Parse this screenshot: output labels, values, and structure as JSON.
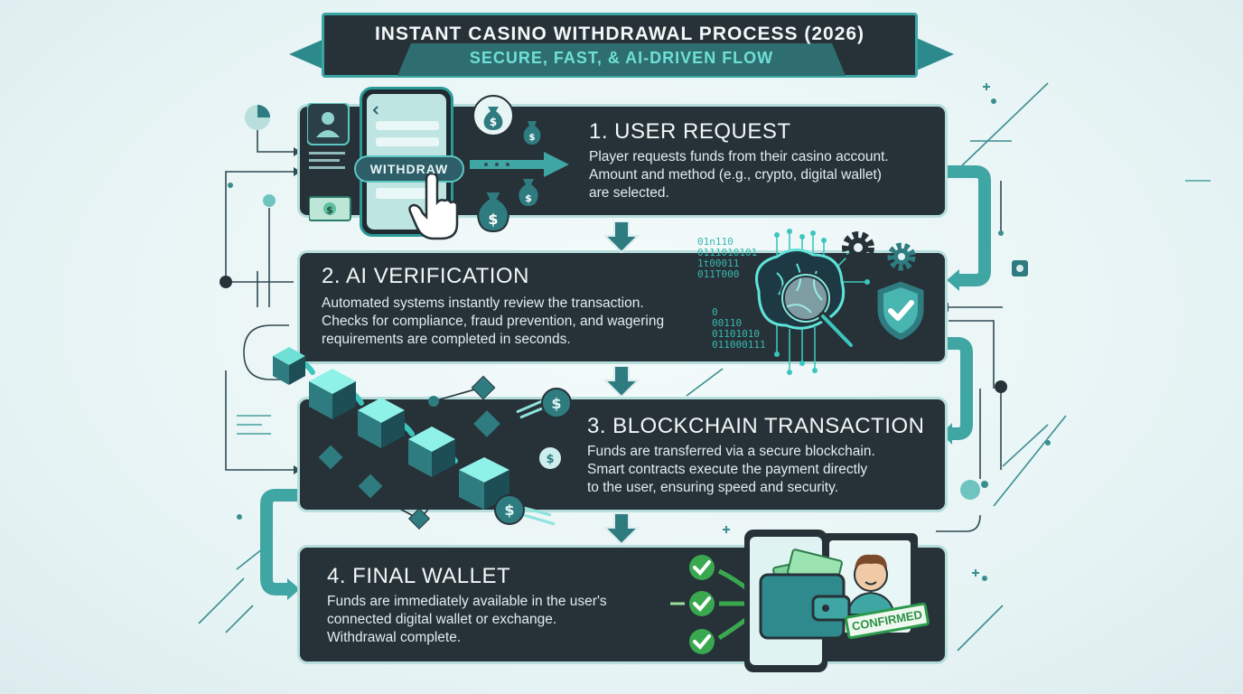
{
  "banner": {
    "title": "INSTANT CASINO WITHDRAWAL PROCESS (2026)",
    "subtitle": "SECURE, FAST, & AI-DRIVEN FLOW"
  },
  "steps": [
    {
      "title": "1. USER REQUEST",
      "description": "Player requests funds from their casino account.\nAmount and method (e.g., crypto, digital wallet)\nare selected."
    },
    {
      "title": "2. AI VERIFICATION",
      "description": "Automated systems instantly review the transaction.\nChecks for compliance, fraud prevention, and wagering\nrequirements are completed in seconds."
    },
    {
      "title": "3. BLOCKCHAIN TRANSACTION",
      "description": "Funds are transferred via a secure blockchain.\nSmart contracts execute the payment directly\nto the user, ensuring speed and security."
    },
    {
      "title": "4. FINAL WALLET",
      "description": "Funds are immediately available in the user's\nconnected digital wallet or exchange.\nWithdrawal complete."
    }
  ],
  "illustrations": {
    "withdraw_button_label": "WITHDRAW",
    "confirmed_stamp": "CONFIRMED",
    "binary_top": "01n110\n0111010101\n1t00011\n011T000",
    "binary_bottom": "0\n00110\n01101010\n011000111"
  },
  "colors": {
    "panel": "#263238",
    "accent_teal": "#2d8a8c",
    "highlight_cyan": "#6fe0d6",
    "confirm_green": "#2c9a4c"
  },
  "icons": [
    "user-icon",
    "money-bag-icon",
    "cash-icon",
    "hand-pointer-icon",
    "brain-icon",
    "magnifier-icon",
    "shield-check-icon",
    "gear-icon",
    "blockchain-cube-icon",
    "coin-icon",
    "wallet-icon",
    "checkmark-icon",
    "avatar-icon"
  ]
}
